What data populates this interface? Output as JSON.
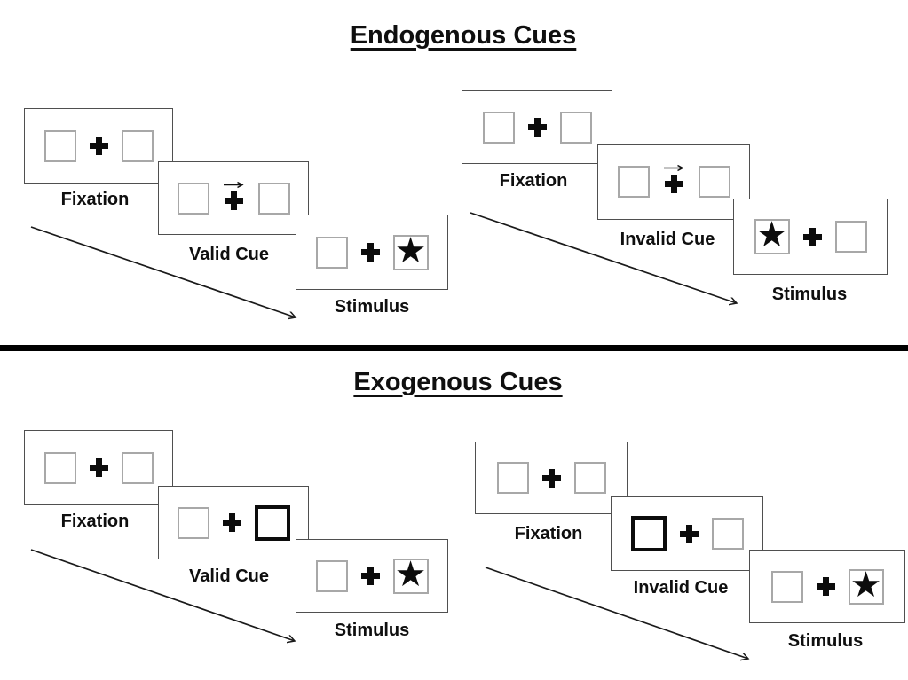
{
  "colors": {
    "background": "#ffffff",
    "panel_border": "#4f4f4f",
    "placeholder_box_border": "#a8a8a8",
    "cue_highlight_border": "#0c0c0c",
    "ink": "#0f0f0f"
  },
  "glyphs": {
    "star": "★"
  },
  "sections": [
    {
      "title": "Endogenous Cues",
      "cue_type": "central-arrow",
      "groups": [
        {
          "name": "valid-trial",
          "panels": [
            {
              "label": "Fixation",
              "type": "fixation"
            },
            {
              "label": "Valid Cue",
              "type": "cue",
              "cue_direction": "right"
            },
            {
              "label": "Stimulus",
              "type": "stimulus",
              "star_side": "right"
            }
          ]
        },
        {
          "name": "invalid-trial",
          "panels": [
            {
              "label": "Fixation",
              "type": "fixation"
            },
            {
              "label": "Invalid Cue",
              "type": "cue",
              "cue_direction": "right"
            },
            {
              "label": "Stimulus",
              "type": "stimulus",
              "star_side": "left"
            }
          ]
        }
      ]
    },
    {
      "title": "Exogenous Cues",
      "cue_type": "peripheral-box-highlight",
      "groups": [
        {
          "name": "valid-trial",
          "panels": [
            {
              "label": "Fixation",
              "type": "fixation"
            },
            {
              "label": "Valid Cue",
              "type": "cue",
              "cued_side": "right"
            },
            {
              "label": "Stimulus",
              "type": "stimulus",
              "star_side": "right"
            }
          ]
        },
        {
          "name": "invalid-trial",
          "panels": [
            {
              "label": "Fixation",
              "type": "fixation"
            },
            {
              "label": "Invalid Cue",
              "type": "cue",
              "cued_side": "left"
            },
            {
              "label": "Stimulus",
              "type": "stimulus",
              "star_side": "right"
            }
          ]
        }
      ]
    }
  ]
}
